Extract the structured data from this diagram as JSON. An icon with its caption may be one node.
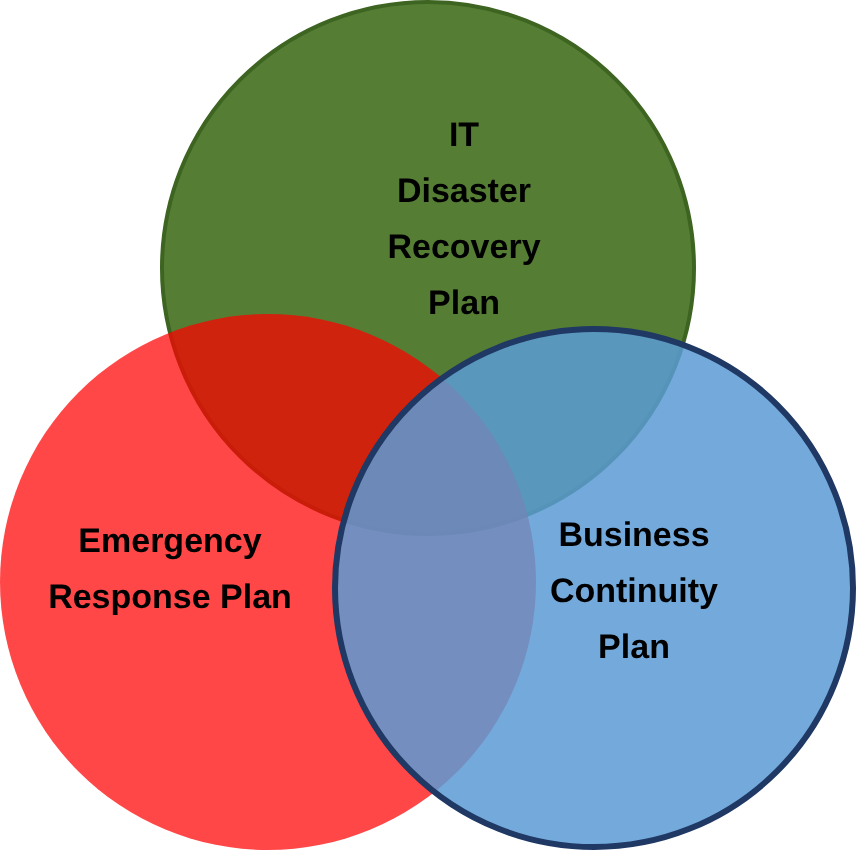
{
  "diagram": {
    "nodes": [
      {
        "text": [
          "IT Disaster Recovery Plan"
        ]
      },
      {
        "text": [
          "Emergency Response Plan"
        ]
      },
      {
        "text": [
          "Business Continuity Plan"
        ]
      }
    ]
  }
}
